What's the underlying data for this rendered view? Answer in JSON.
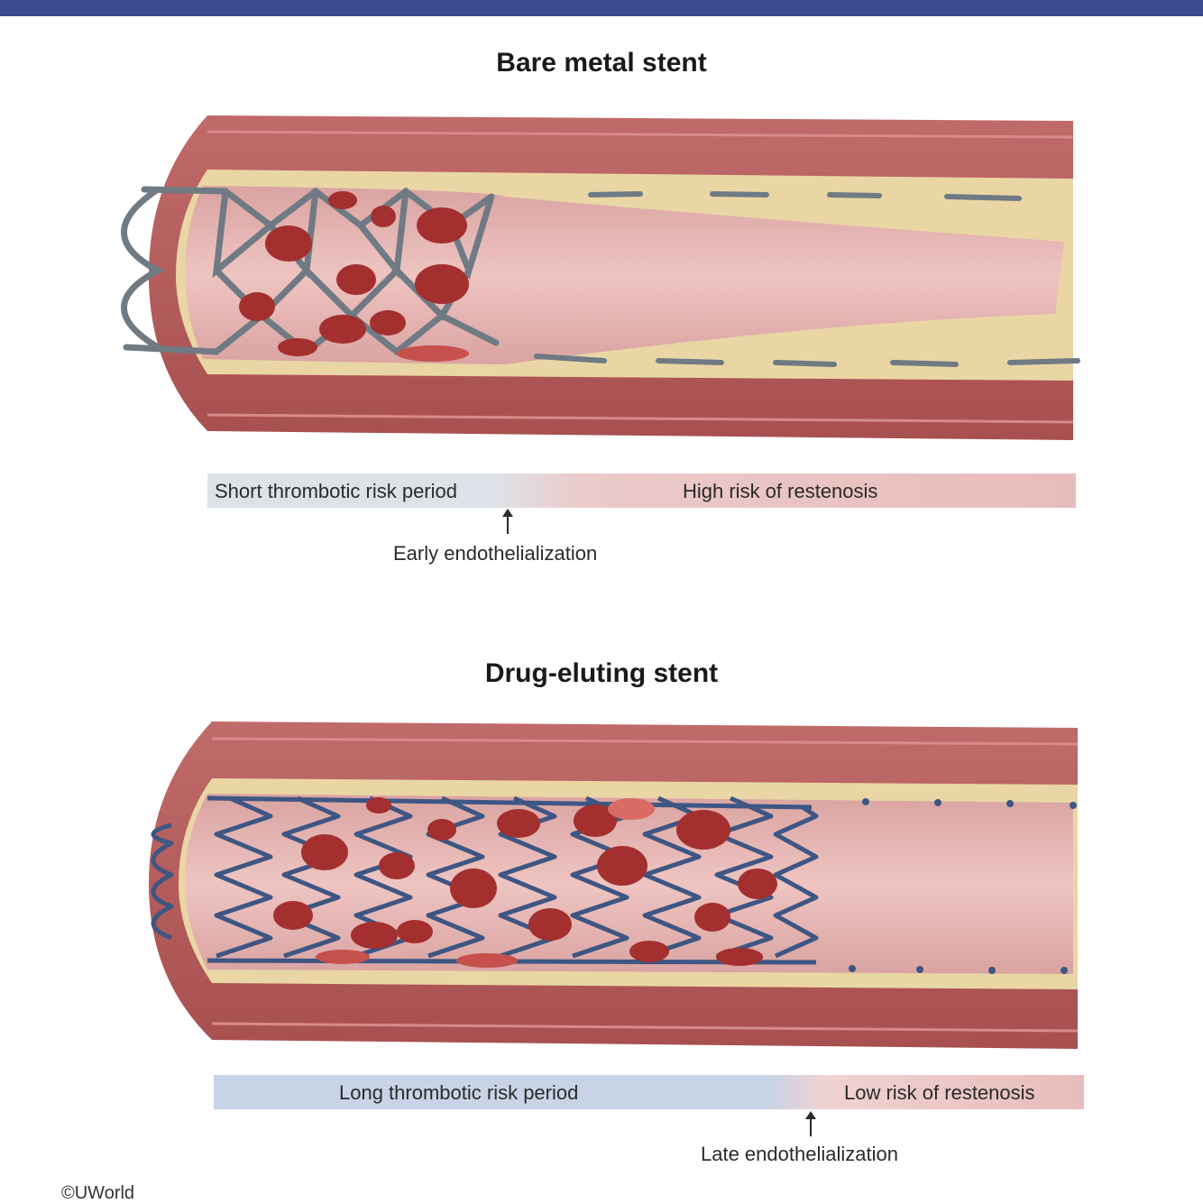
{
  "sections": [
    {
      "title": "Bare metal stent",
      "bar_left": "Short thrombotic risk period",
      "bar_right": "High risk of restenosis",
      "arrow_note": "Early endothelialization"
    },
    {
      "title": "Drug-eluting stent",
      "bar_left": "Long thrombotic risk period",
      "bar_right": "Low risk of restenosis",
      "arrow_note": "Late endothelialization"
    }
  ],
  "copyright": "©UWorld",
  "colors": {
    "header_bar": "#3a4a8c",
    "vessel_wall": "#b85c5c",
    "plaque": "#e9d6a4",
    "lumen": "#e8b3b0",
    "clot": "#a3302f",
    "bare_strut": "#6f7a84",
    "drug_strut": "#3e5683"
  }
}
